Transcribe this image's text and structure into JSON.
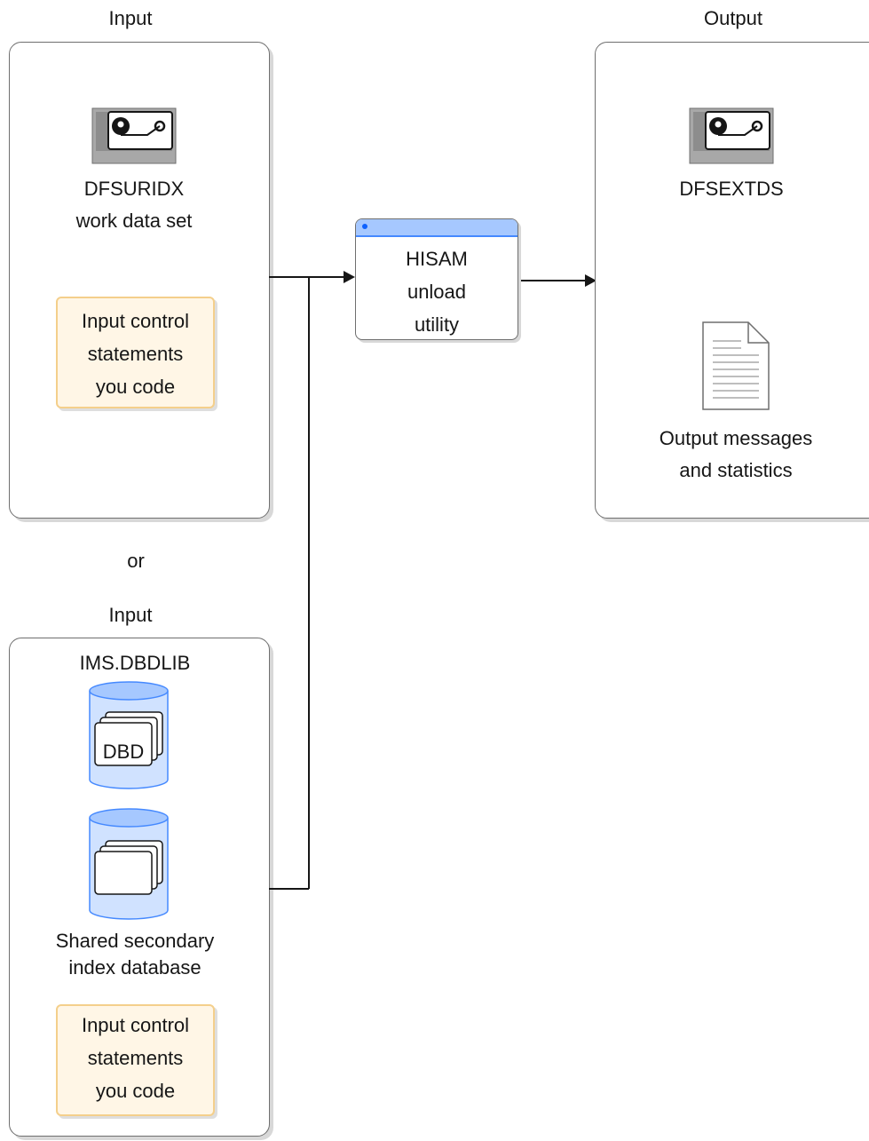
{
  "input_top": {
    "title": "Input",
    "tape_label_1": "DFSURIDX",
    "tape_label_2": "work data set",
    "control_line_1": "Input control",
    "control_line_2": "statements",
    "control_line_3": "you code"
  },
  "or_label": "or",
  "input_bottom": {
    "title": "Input",
    "dbdlib_label": "IMS.DBDLIB",
    "dbd_card_label": "DBD",
    "database_line_1": "Shared secondary",
    "database_line_2": "index database",
    "control_line_1": "Input control",
    "control_line_2": "statements",
    "control_line_3": "you code"
  },
  "utility": {
    "line_1": "HISAM",
    "line_2": "unload",
    "line_3": "utility"
  },
  "output": {
    "title": "Output",
    "tape_label": "DFSEXTDS",
    "messages_line_1": "Output messages",
    "messages_line_2": "and statistics"
  },
  "icons": {
    "tape": "tape-reel-icon",
    "database": "database-cylinder-icon",
    "document": "document-icon",
    "utility": "program-window-icon"
  },
  "colors": {
    "note_fill": "#fff6e6",
    "note_border": "#f4cf8b",
    "cylinder_fill": "#d0e2ff",
    "cylinder_stroke": "#4589ff",
    "window_bar": "#a6c8ff"
  }
}
